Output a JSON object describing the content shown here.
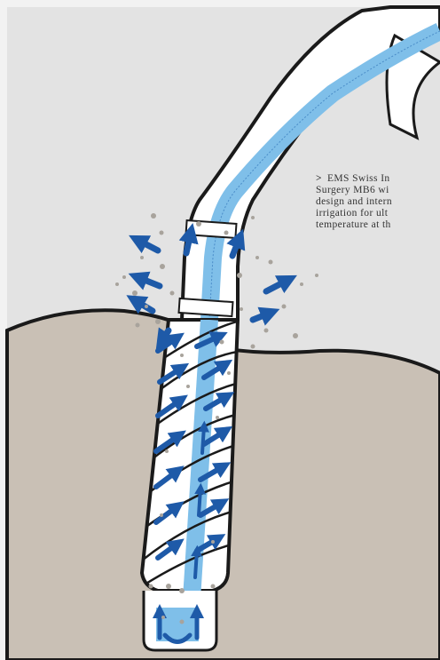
{
  "caption": {
    "marker": ">",
    "lines": [
      "EMS Swiss In",
      "Surgery MB6 wi",
      "design and intern",
      "irrigation for ult",
      "temperature at th"
    ]
  },
  "colors": {
    "background": "#e3e3e3",
    "bone": "#c9c0b5",
    "water": "#7fbfe9",
    "arrow": "#1e5aa8",
    "debris": "#a8a39c",
    "outline": "#1a1a1a"
  }
}
